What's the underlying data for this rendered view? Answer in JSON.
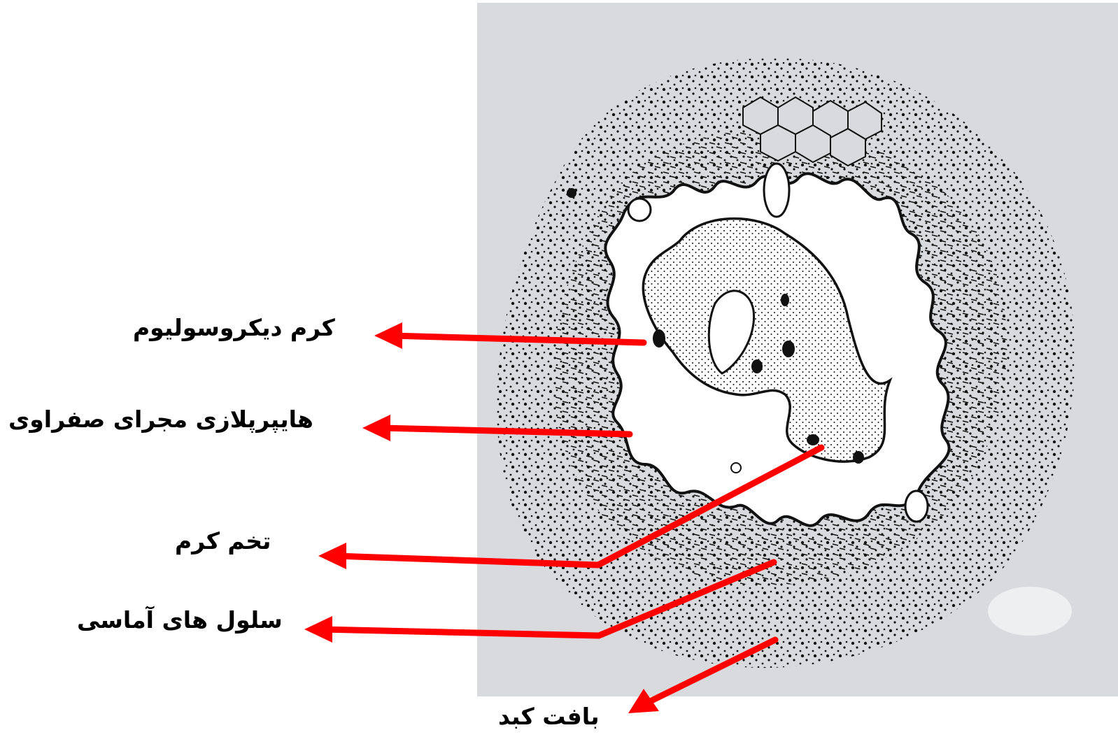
{
  "labels": {
    "worm": "کرم دیکروسولیوم",
    "hyperplasia": "هایپرپلازی مجرای صفراوی",
    "egg": "تخم کرم",
    "inflammatory_cells": "سلول های آماسی",
    "liver_tissue": "بافت کبد"
  },
  "colors": {
    "arrow": "#ff0000",
    "figure_background": "#d9dadd",
    "ink": "#111111"
  }
}
